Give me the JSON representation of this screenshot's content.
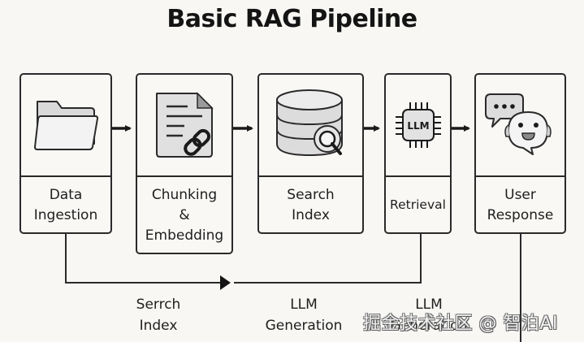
{
  "title": "Basic RAG Pipeline",
  "stages": [
    {
      "id": "data-ingestion",
      "icon": "folder-icon",
      "label_lines": [
        "Data",
        "Ingestion"
      ]
    },
    {
      "id": "chunking-embedding",
      "icon": "document-link-icon",
      "label_lines": [
        "Chunking",
        "&",
        "Embedding"
      ]
    },
    {
      "id": "search-index",
      "icon": "database-search-icon",
      "label_lines": [
        "Search",
        "Index"
      ]
    },
    {
      "id": "retrieval",
      "icon": "llm-chip-icon",
      "icon_text": "LLM",
      "label_lines": [
        "Retrieval"
      ]
    },
    {
      "id": "user-response",
      "icon": "chat-bot-icon",
      "label_lines": [
        "User",
        "Response"
      ]
    }
  ],
  "bottom_labels": [
    {
      "lines": [
        "Serrch",
        "Index"
      ]
    },
    {
      "lines": [
        "LLM",
        "Generation"
      ]
    },
    {
      "lines": [
        "LLM",
        "Generation"
      ]
    }
  ],
  "watermark": "掘金技术社区 @ 智泊AI",
  "colors": {
    "background": "#f8f7f4",
    "stroke": "#2a2a2a",
    "icon_fill": "#e2e2e2",
    "text": "#1a1a1a"
  }
}
